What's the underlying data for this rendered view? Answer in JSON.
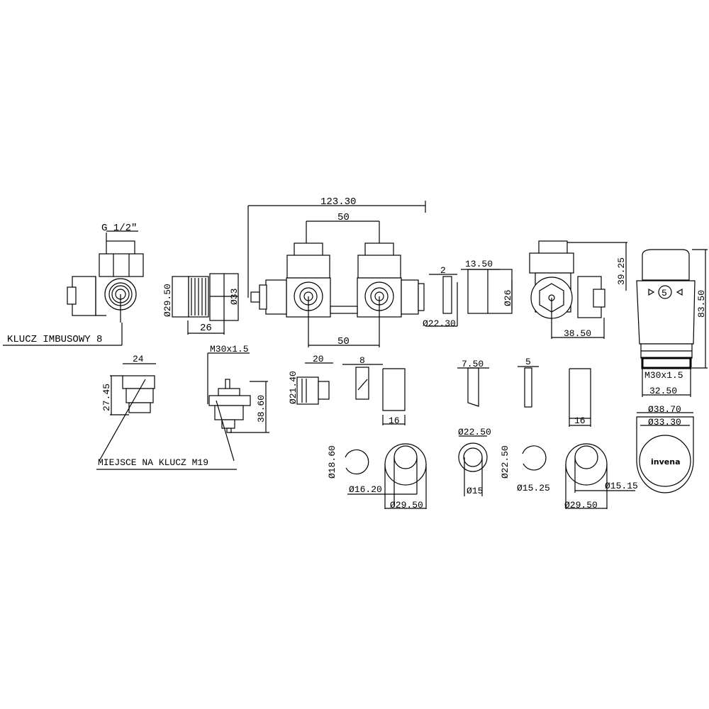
{
  "drawing": {
    "labels": {
      "thread_g": "G 1/2\"",
      "allen_key": "KLUCZ IMBUSOWY 8",
      "d29_50_a": "Ø29.50",
      "d33": "Ø33",
      "len26": "26",
      "len123_30": "123.30",
      "len50_top": "50",
      "len50_bottom": "50",
      "len2": "2",
      "len13_50": "13.50",
      "d26": "Ø26",
      "d22_30": "Ø22.30",
      "len39_25": "39.25",
      "len38_50": "38.50",
      "len83_50": "83.50",
      "thread_m30_head": "M30x1.5",
      "len32_50": "32.50",
      "len24": "24",
      "len27_45": "27.45",
      "thread_m30_insert": "M30x1.5",
      "len38_60": "38.60",
      "wrench_place": "MIEJSCE NA KLUCZ M19",
      "len20": "20",
      "len8": "8",
      "d21_40": "Ø21.40",
      "len16_a": "16",
      "len7_50": "7.50",
      "len5": "5",
      "len16_b": "16",
      "d18_60": "Ø18.60",
      "d16_20": "Ø16.20",
      "d29_50_b": "Ø29.50",
      "d22_50_a": "Ø22.50",
      "d15": "Ø15",
      "d22_50_b": "Ø22.50",
      "d15_25": "Ø15.25",
      "d15_15": "Ø15.15",
      "d29_50_c": "Ø29.50",
      "d38_70": "Ø38.70",
      "d33_30": "Ø33.30",
      "dial_value": "5",
      "brand_logo": "invena"
    }
  }
}
